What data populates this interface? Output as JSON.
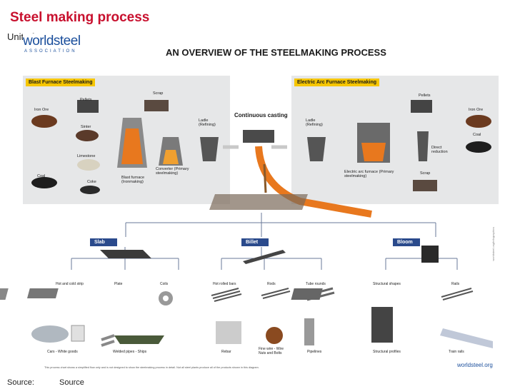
{
  "slide": {
    "title": "Steel making process",
    "unit_of_measure": "Unit of measure",
    "source_label": "Source:",
    "source_value": "Source"
  },
  "logo": {
    "name": "worldsteel",
    "subtitle": "ASSOCIATION"
  },
  "diagram": {
    "title": "AN OVERVIEW OF THE STEELMAKING PROCESS",
    "blast_furnace": {
      "header": "Blast Furnace Steelmaking",
      "labels": {
        "iron_ore": "Iron Ore",
        "pellets": "Pellets",
        "sinter": "Sinter",
        "limestone": "Limestone",
        "coal": "Coal",
        "coke": "Coke",
        "scrap": "Scrap",
        "blast_furnace": "Blast furnace (Ironmaking)",
        "converter": "Converter (Primary steelmaking)",
        "ladle": "Ladle (Refining)"
      }
    },
    "continuous_casting": "Continuous casting",
    "electric_arc": {
      "header": "Electric Arc Furnace Steelmaking",
      "labels": {
        "ladle": "Ladle (Refining)",
        "pellets": "Pellets",
        "iron_ore": "Iron Ore",
        "coal": "Coal",
        "direct_reduction": "Direct reduction",
        "eaf": "Electric arc furnace (Primary steelmaking)",
        "scrap": "Scrap"
      }
    },
    "products": {
      "slab": {
        "label": "Slab",
        "items": [
          "Hot and cold strip",
          "Plate",
          "Coils"
        ],
        "uses": [
          "Cars - White goods",
          "Welded pipes - Ships"
        ]
      },
      "billet": {
        "label": "Billet",
        "items": [
          "Hot rolled bars",
          "Rods",
          "Tube rounds"
        ],
        "uses": [
          "Rebar",
          "Fine wire - Wire Nuts and Bolts",
          "Pipelines"
        ]
      },
      "bloom": {
        "label": "Bloom",
        "items": [
          "Structural shapes",
          "Rails"
        ],
        "uses": [
          "Structural profiles",
          "Train rails"
        ]
      }
    },
    "footnote": "This process chart shows a simplified flow only and is not designed to show the steelmaking process in detail. Not all steel plants produce all of the products shown in this diagram.",
    "url": "worldsteel.org",
    "side_code": "worldsteel.org/infographics"
  },
  "colors": {
    "title_red": "#c8102e",
    "brand_blue": "#1b4f9c",
    "panel_header_yellow": "#f6c600",
    "product_box_blue": "#2a4a8c",
    "molten_orange": "#e8781e"
  }
}
